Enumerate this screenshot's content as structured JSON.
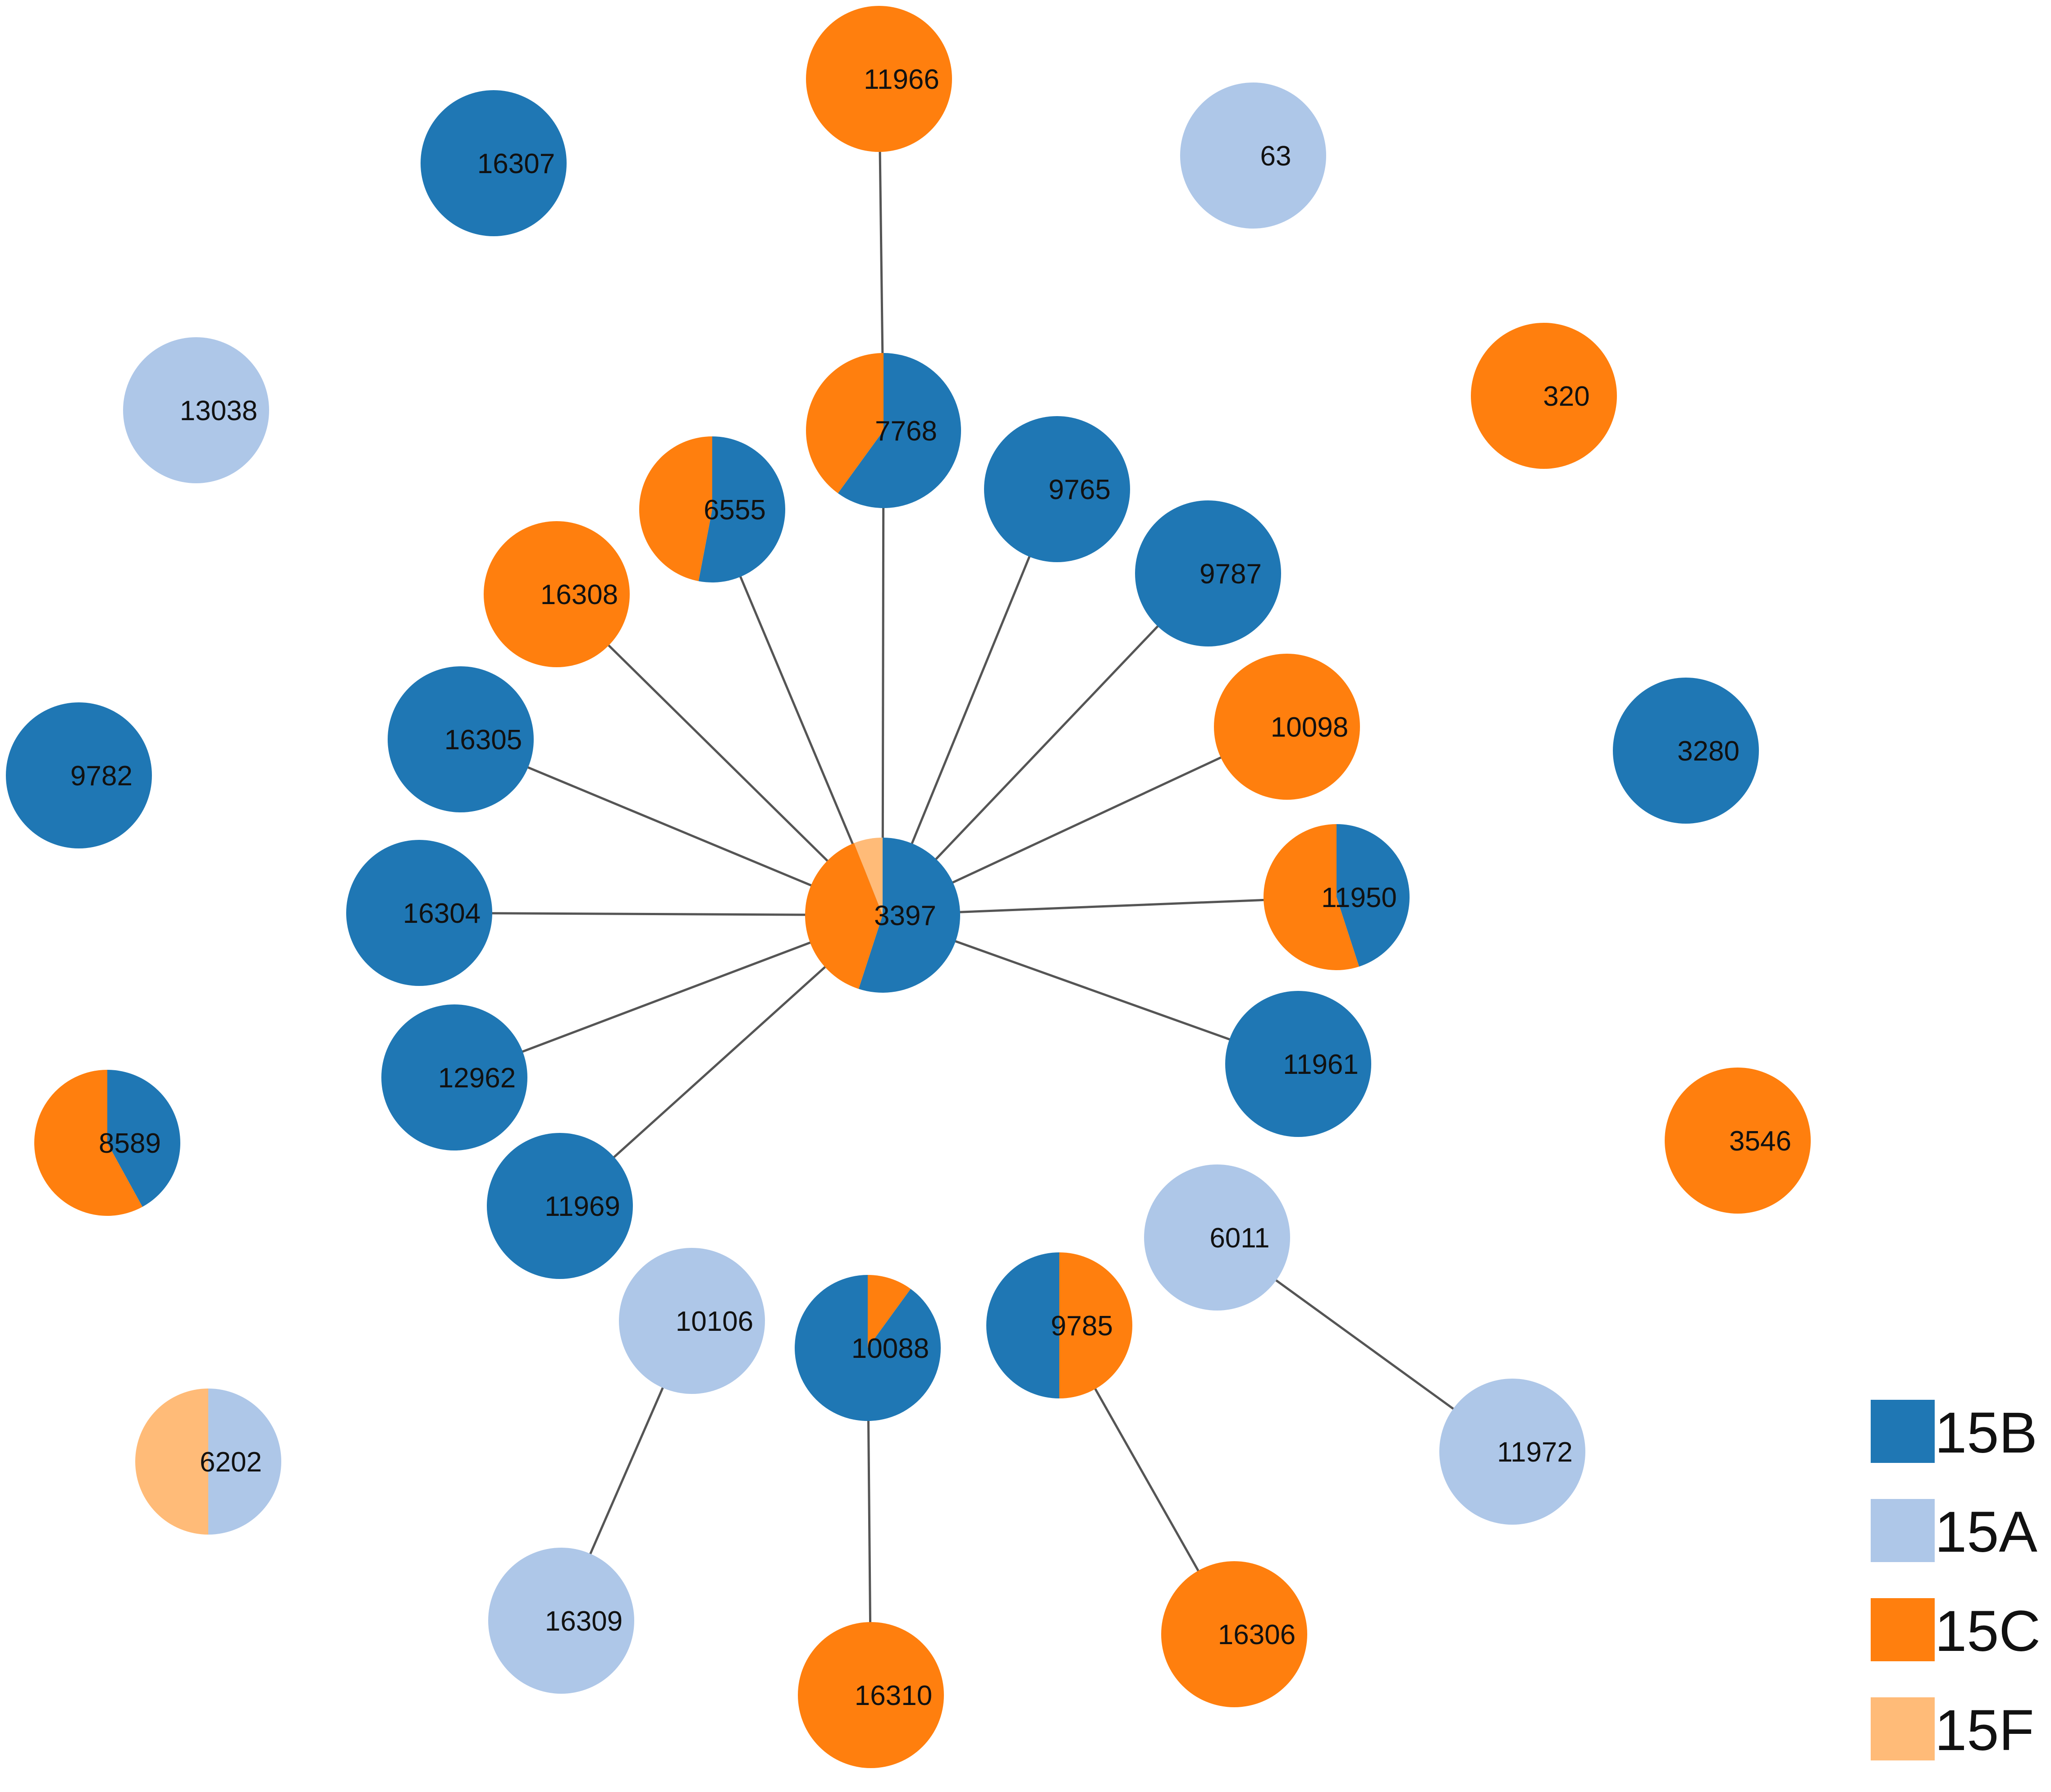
{
  "colors": {
    "15B": "#1f77b4",
    "15A": "#aec7e8",
    "15C": "#ff7f0e",
    "15F": "#ffbb78",
    "edge": "#555555"
  },
  "legend": [
    {
      "label": "15B",
      "color_key": "15B"
    },
    {
      "label": "15A",
      "color_key": "15A"
    },
    {
      "label": "15C",
      "color_key": "15C"
    },
    {
      "label": "15F",
      "color_key": "15F"
    }
  ],
  "nodes": [
    {
      "id": "11966",
      "label": "11966",
      "composition": [
        {
          "type": "15C",
          "fraction": 1
        }
      ]
    },
    {
      "id": "16307",
      "label": "16307",
      "composition": [
        {
          "type": "15B",
          "fraction": 1
        }
      ]
    },
    {
      "id": "63",
      "label": "63",
      "composition": [
        {
          "type": "15A",
          "fraction": 1
        }
      ]
    },
    {
      "id": "13038",
      "label": "13038",
      "composition": [
        {
          "type": "15A",
          "fraction": 1
        }
      ]
    },
    {
      "id": "320",
      "label": "320",
      "composition": [
        {
          "type": "15C",
          "fraction": 1
        }
      ]
    },
    {
      "id": "7768",
      "label": "7768",
      "composition": [
        {
          "type": "15B",
          "fraction": 0.6
        },
        {
          "type": "15C",
          "fraction": 0.4
        }
      ]
    },
    {
      "id": "6555",
      "label": "6555",
      "composition": [
        {
          "type": "15B",
          "fraction": 0.53
        },
        {
          "type": "15C",
          "fraction": 0.47
        }
      ]
    },
    {
      "id": "9765",
      "label": "9765",
      "composition": [
        {
          "type": "15B",
          "fraction": 1
        }
      ]
    },
    {
      "id": "9787",
      "label": "9787",
      "composition": [
        {
          "type": "15B",
          "fraction": 1
        }
      ]
    },
    {
      "id": "16308",
      "label": "16308",
      "composition": [
        {
          "type": "15C",
          "fraction": 1
        }
      ]
    },
    {
      "id": "16305",
      "label": "16305",
      "composition": [
        {
          "type": "15B",
          "fraction": 1
        }
      ]
    },
    {
      "id": "10098",
      "label": "10098",
      "composition": [
        {
          "type": "15C",
          "fraction": 1
        }
      ]
    },
    {
      "id": "9782",
      "label": "9782",
      "composition": [
        {
          "type": "15B",
          "fraction": 1
        }
      ]
    },
    {
      "id": "3280",
      "label": "3280",
      "composition": [
        {
          "type": "15B",
          "fraction": 1
        }
      ]
    },
    {
      "id": "16304",
      "label": "16304",
      "composition": [
        {
          "type": "15B",
          "fraction": 1
        }
      ]
    },
    {
      "id": "3397",
      "label": "3397",
      "composition": [
        {
          "type": "15B",
          "fraction": 0.55
        },
        {
          "type": "15C",
          "fraction": 0.39
        },
        {
          "type": "15F",
          "fraction": 0.06
        }
      ]
    },
    {
      "id": "11950",
      "label": "11950",
      "composition": [
        {
          "type": "15B",
          "fraction": 0.45
        },
        {
          "type": "15C",
          "fraction": 0.55
        }
      ]
    },
    {
      "id": "12962",
      "label": "12962",
      "composition": [
        {
          "type": "15B",
          "fraction": 1
        }
      ]
    },
    {
      "id": "11961",
      "label": "11961",
      "composition": [
        {
          "type": "15B",
          "fraction": 1
        }
      ]
    },
    {
      "id": "8589",
      "label": "8589",
      "composition": [
        {
          "type": "15B",
          "fraction": 0.42
        },
        {
          "type": "15C",
          "fraction": 0.58
        }
      ]
    },
    {
      "id": "3546",
      "label": "3546",
      "composition": [
        {
          "type": "15C",
          "fraction": 1
        }
      ]
    },
    {
      "id": "11969",
      "label": "11969",
      "composition": [
        {
          "type": "15B",
          "fraction": 1
        }
      ]
    },
    {
      "id": "6011",
      "label": "6011",
      "composition": [
        {
          "type": "15A",
          "fraction": 1
        }
      ]
    },
    {
      "id": "10106",
      "label": "10106",
      "composition": [
        {
          "type": "15A",
          "fraction": 1
        }
      ]
    },
    {
      "id": "10088",
      "label": "10088",
      "composition": [
        {
          "type": "15C",
          "fraction": 0.1
        },
        {
          "type": "15B",
          "fraction": 0.9
        }
      ]
    },
    {
      "id": "9785",
      "label": "9785",
      "composition": [
        {
          "type": "15C",
          "fraction": 0.5
        },
        {
          "type": "15B",
          "fraction": 0.5
        }
      ]
    },
    {
      "id": "6202",
      "label": "6202",
      "composition": [
        {
          "type": "15A",
          "fraction": 0.5
        },
        {
          "type": "15F",
          "fraction": 0.5
        }
      ]
    },
    {
      "id": "11972",
      "label": "11972",
      "composition": [
        {
          "type": "15A",
          "fraction": 1
        }
      ]
    },
    {
      "id": "16309",
      "label": "16309",
      "composition": [
        {
          "type": "15A",
          "fraction": 1
        }
      ]
    },
    {
      "id": "16306",
      "label": "16306",
      "composition": [
        {
          "type": "15C",
          "fraction": 1
        }
      ]
    },
    {
      "id": "16310",
      "label": "16310",
      "composition": [
        {
          "type": "15C",
          "fraction": 1
        }
      ]
    }
  ],
  "edges": [
    [
      "3397",
      "7768"
    ],
    [
      "7768",
      "11966"
    ],
    [
      "3397",
      "6555"
    ],
    [
      "3397",
      "9765"
    ],
    [
      "3397",
      "9787"
    ],
    [
      "3397",
      "16308"
    ],
    [
      "3397",
      "16305"
    ],
    [
      "3397",
      "10098"
    ],
    [
      "3397",
      "16304"
    ],
    [
      "3397",
      "11950"
    ],
    [
      "3397",
      "12962"
    ],
    [
      "3397",
      "11961"
    ],
    [
      "3397",
      "11969"
    ],
    [
      "10106",
      "16309"
    ],
    [
      "10088",
      "16310"
    ],
    [
      "9785",
      "16306"
    ],
    [
      "6011",
      "11972"
    ]
  ]
}
